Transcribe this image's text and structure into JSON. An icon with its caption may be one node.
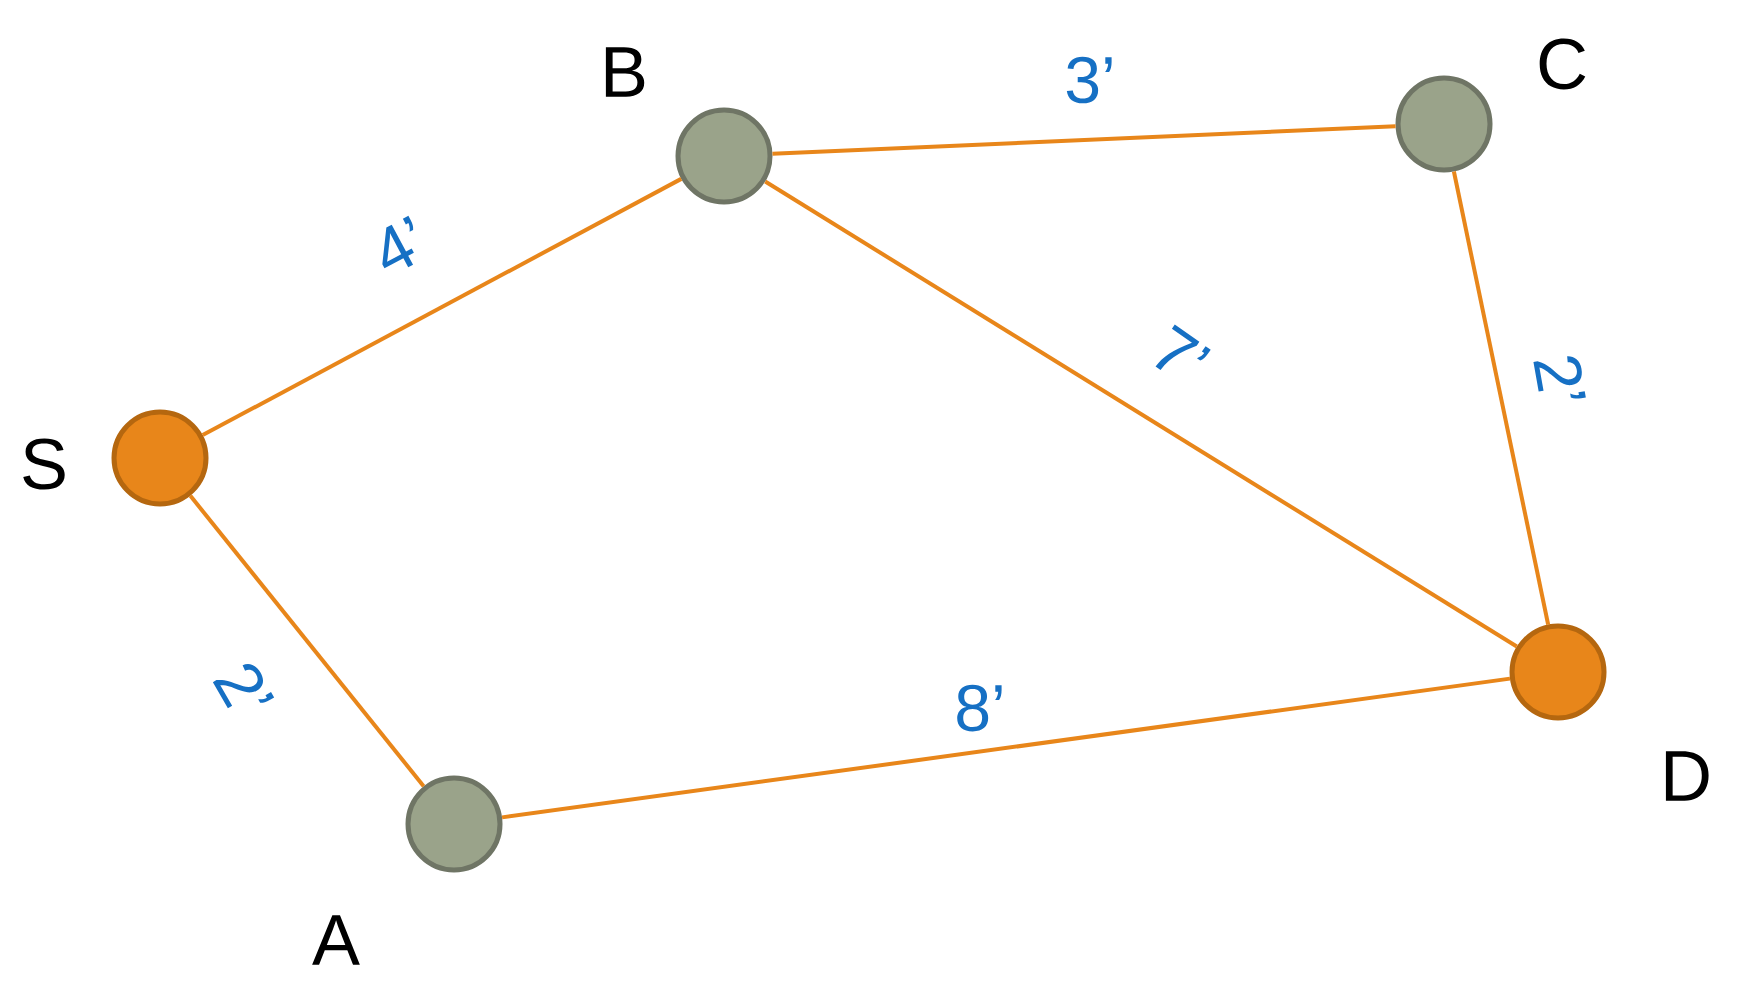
{
  "diagram": {
    "nodes": [
      {
        "text": [
          "S"
        ]
      },
      {
        "text": [
          "B"
        ]
      },
      {
        "text": [
          "C"
        ]
      },
      {
        "text": [
          "D"
        ]
      },
      {
        "text": [
          "A"
        ]
      }
    ],
    "edges": [
      {
        "from": 0,
        "to": 1,
        "arrow": "none",
        "label": "4’"
      },
      {
        "from": 1,
        "to": 2,
        "arrow": "none",
        "label": "3’"
      },
      {
        "from": 1,
        "to": 3,
        "arrow": "none",
        "label": "7’"
      },
      {
        "from": 2,
        "to": 3,
        "arrow": "none",
        "label": "2’"
      },
      {
        "from": 0,
        "to": 4,
        "arrow": "none",
        "label": "2’"
      },
      {
        "from": 4,
        "to": 3,
        "arrow": "none",
        "label": "8’"
      }
    ]
  }
}
